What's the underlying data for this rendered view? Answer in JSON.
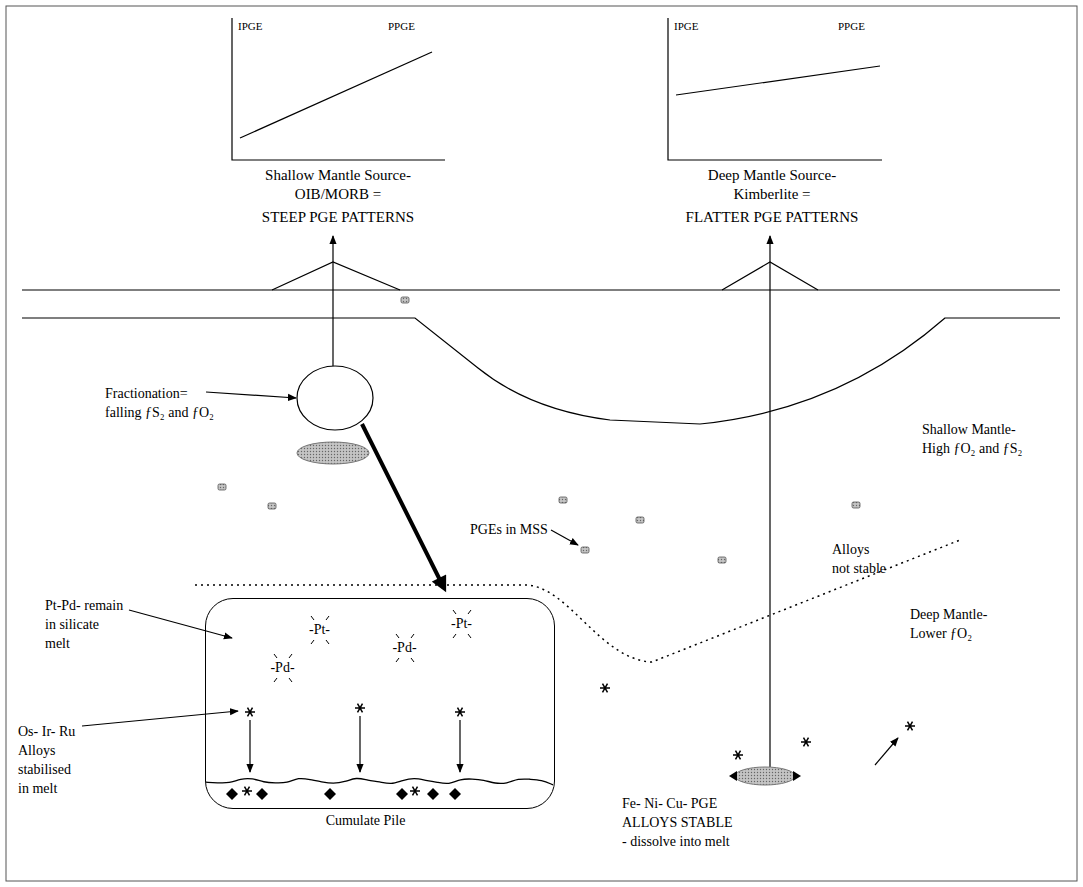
{
  "diagram": {
    "nodes": [
      {
        "text": [
          "-Pt-",
          "-Pd-",
          "-Pd-",
          "-Pt-"
        ]
      },
      {
        "text": [
          "Cumulate Pile"
        ],
        "in": 0
      }
    ],
    "labels": [
      "IPGE",
      "PPGE",
      "IPGE",
      "PPGE",
      "Shallow Mantle Source- OIB/MORB =",
      "STEEP PGE PATTERNS",
      "Deep Mantle Source- Kimberlite =",
      "FLATTER PGE PATTERNS",
      "Fractionation= falling ƒS₂ and ƒO₂",
      "Shallow Mantle- High ƒO₂ and ƒS₂",
      "PGEs in MSS",
      "Alloys not stable",
      "Deep Mantle- Lower ƒO₂",
      "Pt-Pd- remain in silicate melt",
      "Os- Ir- Ru Alloys stabilised in melt",
      "Fe- Ni- Cu- PGE ALLOYS STABLE - dissolve into melt"
    ]
  }
}
